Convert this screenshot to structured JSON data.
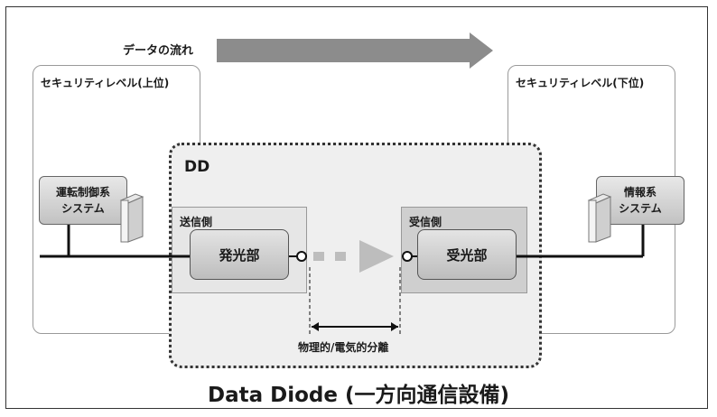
{
  "flow_label": "データの流れ",
  "zones": {
    "left_title": "セキュリティレベル(上位)",
    "right_title": "セキュリティレベル(下位)"
  },
  "dd_label": "DD",
  "sender": {
    "title": "送信側",
    "unit": "発光部"
  },
  "receiver": {
    "title": "受信側",
    "unit": "受光部"
  },
  "left_system": {
    "line1": "運転制御系",
    "line2": "システム"
  },
  "right_system": {
    "line1": "情報系",
    "line2": "システム"
  },
  "separation_label": "物理的/電気的分離",
  "caption": "Data Diode (一方向通信設備)"
}
